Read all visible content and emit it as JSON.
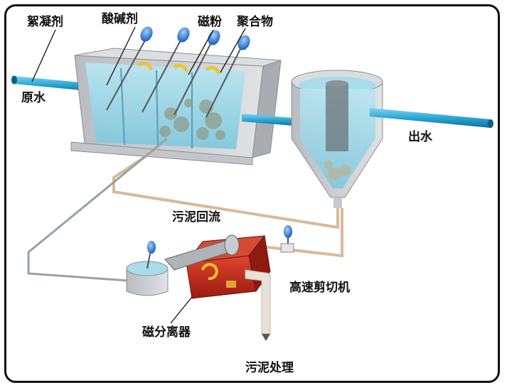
{
  "labels": {
    "flocculant": "絮凝剂",
    "acid_base": "酸碱剂",
    "magnetic_powder": "磁粉",
    "polymer": "聚合物",
    "raw_water": "原水",
    "effluent": "出水",
    "sludge_return": "污泥回流",
    "shear_machine": "高速剪切机",
    "magnetic_separator": "磁分离器",
    "sludge_treatment": "污泥处理"
  },
  "colors": {
    "water_pipe": "#2aa7d6",
    "tank_gray": "#c9cccf",
    "water": "#8fd3e8",
    "separator_red": "#c8281c",
    "sludge_pipe": "#d9b99a",
    "valve_blue": "#1e7fe0"
  }
}
